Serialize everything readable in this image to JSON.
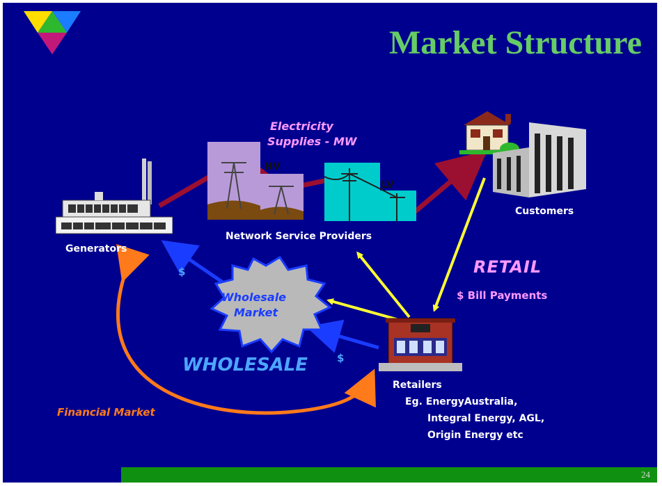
{
  "title": "Market Structure",
  "labels": {
    "electricity_line1": "Electricity",
    "electricity_line2": "Supplies - MW",
    "hv": "HV",
    "lv": "LV",
    "customers": "Customers",
    "network": "Network Service Providers",
    "generators": "Generators",
    "retail": "RETAIL",
    "bill_payments": "$ Bill Payments",
    "wholesale_market_line1": "Wholesale",
    "wholesale_market_line2": "Market",
    "wholesale": "WHOLESALE",
    "dollar_gen": "$",
    "dollar_ret": "$",
    "retailers": "Retailers",
    "eg_line1": "Eg. EnergyAustralia,",
    "eg_line2": "Integral Energy, AGL,",
    "eg_line3": "Origin Energy  etc",
    "financial_market": "Financial Market"
  },
  "page_number": "24",
  "colors": {
    "background": "#00008f",
    "title": "#66cc66",
    "supply_line": "#9b1030",
    "retail_arrows": "#ffff33",
    "wholesale_arrows": "#1a3cff",
    "financial_arrow": "#ff7a1a",
    "footer": "#109010"
  },
  "icons": [
    "logo-triangle-icon",
    "power-plant-icon",
    "transmission-tower-icon",
    "distribution-pole-icon",
    "house-icon",
    "office-building-icon",
    "retail-store-icon"
  ]
}
